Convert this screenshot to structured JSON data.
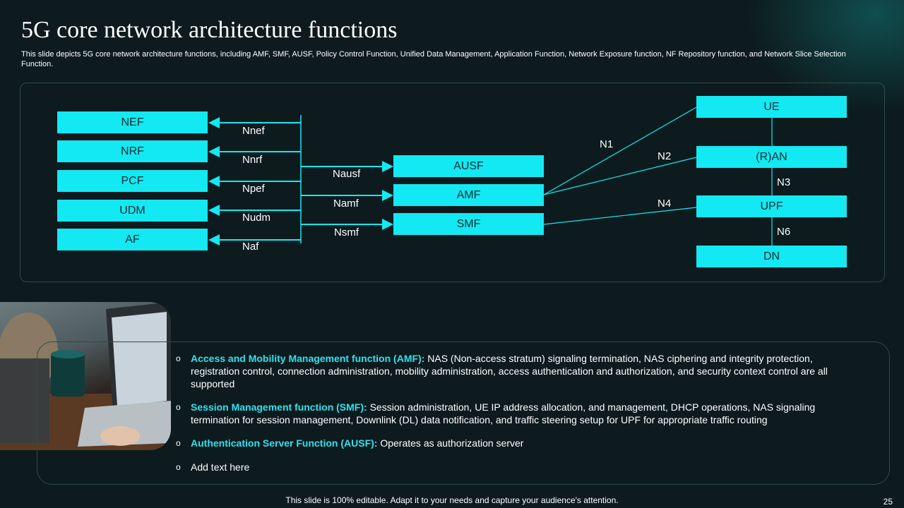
{
  "title": "5G core network architecture functions",
  "subtitle": "This slide depicts 5G core network architecture functions, including AMF, SMF, AUSF, Policy Control Function, Unified Data Management, Application Function, Network Exposure function, NF Repository function, and Network Slice Selection Function.",
  "diagram": {
    "left_boxes": [
      "NEF",
      "NRF",
      "PCF",
      "UDM",
      "AF"
    ],
    "left_interfaces": [
      "Nnef",
      "Nnrf",
      "Npef",
      "Nudm",
      "Naf"
    ],
    "center_boxes": [
      "AUSF",
      "AMF",
      "SMF"
    ],
    "center_interfaces": [
      "Nausf",
      "Namf",
      "Nsmf"
    ],
    "right_boxes": [
      "UE",
      "(R)AN",
      "UPF",
      "DN"
    ],
    "right_interfaces": [
      "N1",
      "N2",
      "N4",
      "N3",
      "N6"
    ]
  },
  "bullets": [
    {
      "term": "Access and Mobility Management function (AMF):",
      "text": "NAS (Non-access stratum) signaling termination, NAS ciphering and integrity protection, registration control, connection administration, mobility administration, access authentication and authorization, and security context control are all supported"
    },
    {
      "term": "Session Management function (SMF):",
      "text": "Session administration, UE IP address allocation, and management, DHCP operations, NAS signaling termination for session management, Downlink (DL) data notification, and traffic steering setup for UPF for appropriate traffic routing"
    },
    {
      "term": "Authentication Server Function (AUSF):",
      "text": "Operates as authorization server"
    },
    {
      "term": "",
      "text": "Add text here"
    }
  ],
  "bullet_glyph": "o",
  "footer": "This slide is 100% editable. Adapt it to your needs and capture your audience's attention.",
  "page_number": "25",
  "colors": {
    "background": "#0d1b1e",
    "box_fill": "#13e9f2",
    "line": "#13e9f2",
    "accent_text": "#2ee3f0"
  }
}
